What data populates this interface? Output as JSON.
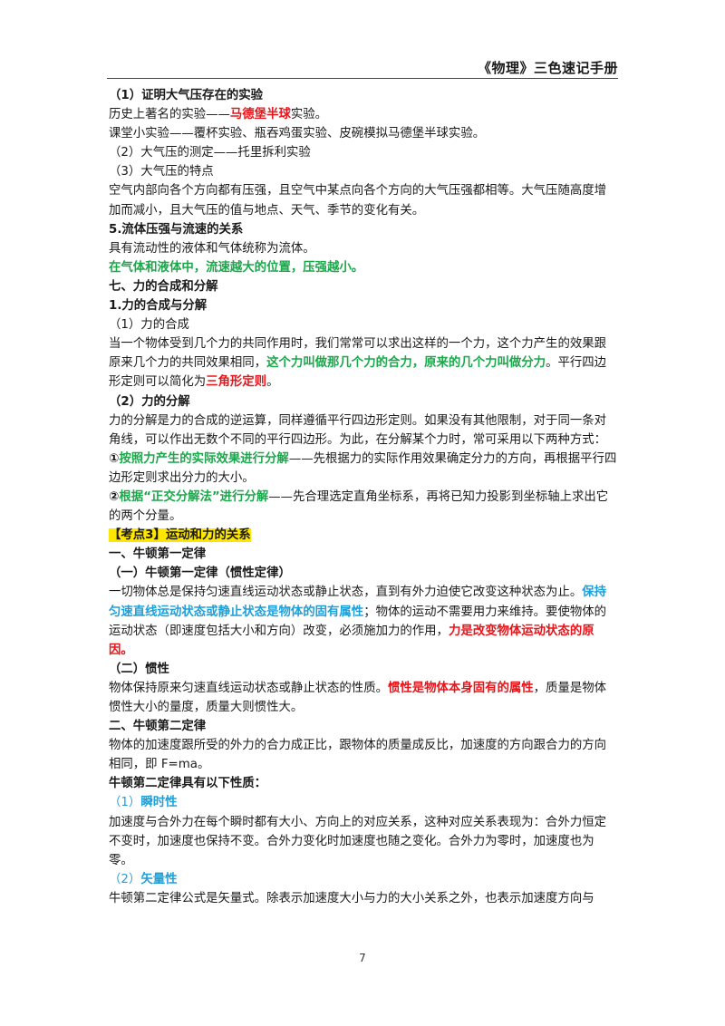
{
  "header": {
    "title": "《物理》三色速记手册"
  },
  "lines": [
    [
      "（1）证明大气压存在的实验"
    ],
    [
      "历史上著名的实验——",
      "马德堡半球",
      "实验。"
    ],
    [
      "课堂小实验——覆杯实验、瓶吞鸡蛋实验、皮碗模拟马德堡半球实验。"
    ],
    [
      "（2）大气压的测定——托里拆利实验"
    ],
    [
      "（3）大气压的特点"
    ],
    [
      "空气内部向各个方向都有压强，且空气中某点向各个方向的大气压强都相等。大气压随高度增加而减小，且大气压的值与地点、天气、季节的变化有关。"
    ],
    [
      "5.流体压强与流速的关系"
    ],
    [
      "具有流动性的液体和气体统称为流体。"
    ],
    [
      "在气体和液体中，流速越大的位置，压强越小。"
    ],
    [
      "七、力的合成和分解"
    ],
    [
      "1.力的合成与分解"
    ],
    [
      "（1）力的合成"
    ],
    [
      "当一个物体受到几个力的共同作用时，我们常常可以求出这样的一个力，这个力产生的效果跟原来几个力的共同效果相同，",
      "这个力叫做那几个力的合力，原来的几个力叫做分力",
      "。平行四边形定则可以简化为",
      "三角形定则",
      "。"
    ],
    [
      "（2）力的分解"
    ],
    [
      "力的分解是力的合成的逆运算，同样遵循平行四边形定则。如果没有其他限制，对于同一条对角线，可以作出无数个不同的平行四边形。为此，在分解某个力时，常可采用以下两种方式："
    ],
    [
      "①",
      "按照力产生的实际效果进行分解",
      "——先根据力的实际作用效果确定分力的方向，再根据平行四边形定则求出分力的大小。"
    ],
    [
      "②",
      "根据“正交分解法”进行分解",
      "——先合理选定直角坐标系，再将已知力投影到坐标轴上求出它的两个分量。"
    ],
    [
      "【考点3】运动和力的关系"
    ],
    [
      "一、牛顿第一定律"
    ],
    [
      "（一）牛顿第一定律（惯性定律）"
    ],
    [
      "一切物体总是保持匀速直线运动状态或静止状态，直到有外力迫使它改变这种状态为止。",
      "保持匀速直线运动状态或静止状态是物体的固有属性",
      "；物体的运动不需要用力来维持。要使物体的运动状态（即速度包括大小和方向）改变，必须施加力的作用，",
      "力是改变物体运动状态的原因。"
    ],
    [
      "（二）惯性"
    ],
    [
      "物体保持原来匀速直线运动状态或静止状态的性质。",
      "惯性是物体本身固有的属性",
      "，质量是物体惯性大小的量度，质量大则惯性大。"
    ],
    [
      "二、牛顿第二定律"
    ],
    [
      "物体的加速度跟所受的外力的合力成正比，跟物体的质量成反比，加速度的方向跟合力的方向相同，即 F=ma。"
    ],
    [
      "牛顿第二定律具有以下性质："
    ],
    [
      "（1）",
      "瞬时性"
    ],
    [
      "加速度与合外力在每个瞬时都有大小、方向上的对应关系，这种对应关系表现为：合外力恒定不变时，加速度也保持不变。合外力变化时加速度也随之变化。合外力为零时，加速度也为零。"
    ],
    [
      "（2）",
      "矢量性"
    ],
    [
      "牛顿第二定律公式是矢量式。除表示加速度大小与力的大小关系之外，也表示加速度方向与"
    ]
  ],
  "footer": {
    "page_number": "7"
  }
}
